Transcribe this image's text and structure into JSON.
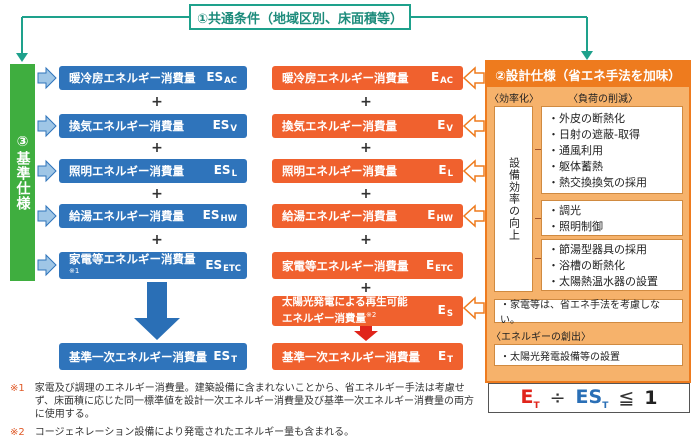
{
  "common_conditions": "①共通条件（地域区別、床面積等）",
  "base_spec": "③基準仕様",
  "design_spec": "②設計仕様（省エネ手法を加味）",
  "blue_items": [
    {
      "label": "暖冷房エネルギー消費量",
      "sym": "ES",
      "sub": "AC",
      "note": ""
    },
    {
      "label": "換気エネルギー消費量",
      "sym": "ES",
      "sub": "V",
      "note": ""
    },
    {
      "label": "照明エネルギー消費量",
      "sym": "ES",
      "sub": "L",
      "note": ""
    },
    {
      "label": "給湯エネルギー消費量",
      "sym": "ES",
      "sub": "HW",
      "note": ""
    },
    {
      "label": "家電等エネルギー消費量",
      "sym": "ES",
      "sub": "ETC",
      "note": "※1"
    }
  ],
  "blue_total": {
    "label": "基準一次エネルギー消費量",
    "sym": "ES",
    "sub": "T"
  },
  "orange_items": [
    {
      "label": "暖冷房エネルギー消費量",
      "sym": "E",
      "sub": "AC"
    },
    {
      "label": "換気エネルギー消費量",
      "sym": "E",
      "sub": "V"
    },
    {
      "label": "照明エネルギー消費量",
      "sym": "E",
      "sub": "L"
    },
    {
      "label": "給湯エネルギー消費量",
      "sym": "E",
      "sub": "HW"
    },
    {
      "label": "家電等エネルギー消費量",
      "sym": "E",
      "sub": "ETC"
    }
  ],
  "solar": {
    "line1": "太陽光発電による再生可能",
    "line2": "エネルギー消費量",
    "note": "※2",
    "sym": "E",
    "sub": "S"
  },
  "orange_total": {
    "label": "基準一次エネルギー消費量",
    "sym": "E",
    "sub": "T"
  },
  "plus": "+",
  "efficiency_head": "〈効率化〉",
  "load_head": "〈負荷の削減〉",
  "efficiency_vertical": "設備効率の向上",
  "group1": [
    "・外皮の断熱化",
    "・日射の遮蔽-取得",
    "・通風利用",
    "・躯体蓄熱",
    "・熱交換換気の採用"
  ],
  "group2": [
    "・調光",
    "・照明制御"
  ],
  "group3": [
    "・節湯型器具の採用",
    "・浴槽の断熱化",
    "・太陽熱温水器の設置"
  ],
  "appliance_note": "・家電等は、省エネ手法を考慮しない。",
  "creation_head": "〈エネルギーの創出〉",
  "creation_item": "・太陽光発電設備等の設置",
  "formula": {
    "left": "E",
    "left_sub": "T",
    "div": "÷",
    "right": "ES",
    "right_sub": "T",
    "cmp": "≦",
    "value": "1"
  },
  "notes": [
    {
      "mark": "※1",
      "text": "家電及び調理のエネルギー消費量。建築設備に含まれないことから、省エネルギー手法は考慮せず、床面積に応じた同一標準値を設計一次エネルギー消費量及び基準一次エネルギー消費量の両方に使用する。"
    },
    {
      "mark": "※2",
      "text": "コージェネレーション設備により発電されたエネルギー量も含まれる。"
    }
  ]
}
